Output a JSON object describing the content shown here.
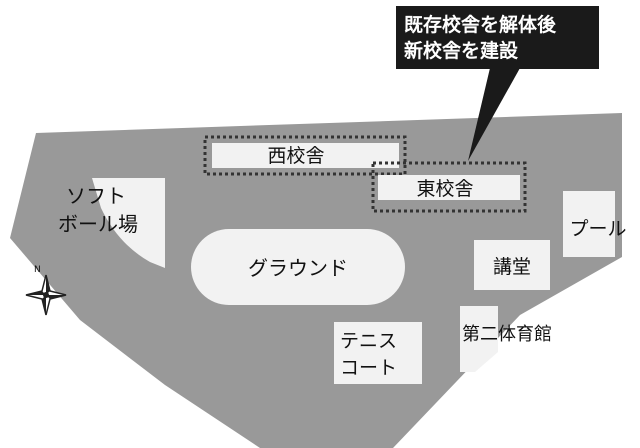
{
  "callout": {
    "line1": "既存校舎を解体後",
    "line2": "新校舎を建設"
  },
  "buildings": {
    "west": "西校舎",
    "east": "東校舎",
    "pool": "プール",
    "hall": "講堂",
    "gym": "第二体育館"
  },
  "fields": {
    "softball_line1": "ソフト",
    "softball_line2": "ボール場",
    "ground": "グラウンド",
    "tennis_line1": "テニス",
    "tennis_line2": "コート"
  },
  "compass": {
    "north_label": "N"
  },
  "colors": {
    "campus": "#999999",
    "facility": "#f2f2f2",
    "callout_bg": "#1a1a1a",
    "callout_text": "#ffffff",
    "outline": "#333333"
  }
}
